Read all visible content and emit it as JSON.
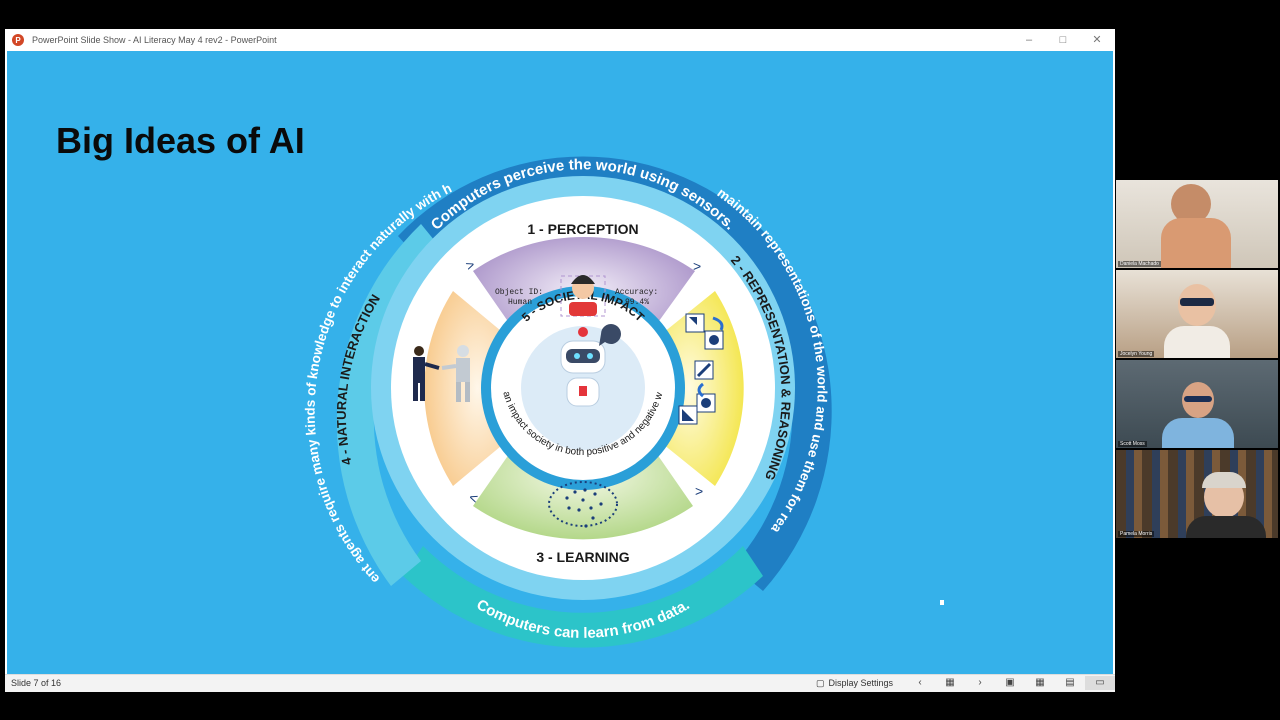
{
  "window": {
    "title": "PowerPoint Slide Show  -  AI Literacy May 4 rev2 - PowerPoint",
    "app_icon": "P"
  },
  "slide": {
    "title": "Big Ideas of AI",
    "ring": {
      "top": "Computers perceive the world using sensors.",
      "right": "Agents maintain representations of the world and use them for reasoning.",
      "bottom": "Computers can learn from data.",
      "left": "Intelligent agents require many kinds of knowledge to interact naturally with humans."
    },
    "sections": {
      "perception": "1 - PERCEPTION",
      "representation": "2 - REPRESENTATION & REASONING",
      "learning": "3 - LEARNING",
      "interaction": "4 - NATURAL INTERACTION",
      "societal": "5 - SOCIETAL IMPACT",
      "societal_text": "AI can impact society in both positive and negative ways."
    },
    "perception_labels": {
      "object_id": "Object ID:",
      "object_value": "Human",
      "accuracy": "Accuracy:",
      "accuracy_value": "99.4%"
    }
  },
  "status": {
    "slide_counter": "Slide 7 of 16",
    "display_settings": "Display Settings"
  },
  "participants": [
    {
      "name": "Daniela Machado"
    },
    {
      "name": "Jocelyn Young"
    },
    {
      "name": "Scott Moss"
    },
    {
      "name": "Pamela Morris"
    }
  ],
  "colors": {
    "slide_bg": "#35b1ea",
    "ring_dark": "#1f7fc4",
    "ring_light": "#5ccbe8",
    "ring_teal": "#2cc4c9"
  }
}
